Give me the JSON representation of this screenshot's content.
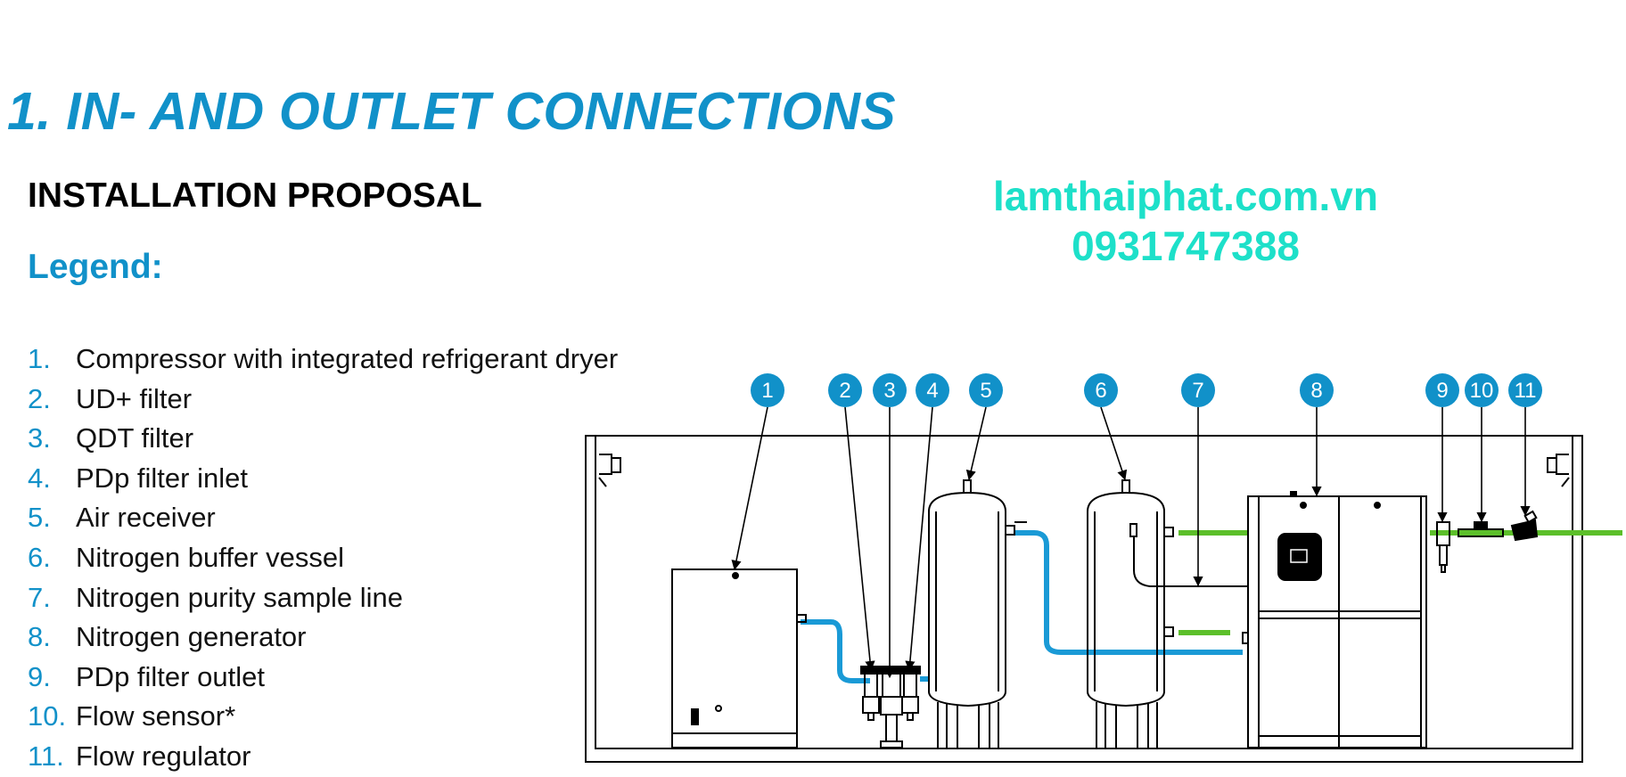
{
  "header": {
    "title": "1. IN- AND OUTLET CONNECTIONS",
    "subtitle": "INSTALLATION PROPOSAL",
    "legend_heading": "Legend:"
  },
  "watermark": {
    "line1": "lamthaiphat.com.vn",
    "line2": "0931747388"
  },
  "legend": {
    "items": [
      {
        "number": "1.",
        "label": "Compressor with integrated refrigerant dryer"
      },
      {
        "number": "2.",
        "label": "UD+ filter"
      },
      {
        "number": "3.",
        "label": "QDT filter"
      },
      {
        "number": "4.",
        "label": "PDp filter inlet"
      },
      {
        "number": "5.",
        "label": "Air receiver"
      },
      {
        "number": "6.",
        "label": "Nitrogen buffer vessel"
      },
      {
        "number": "7.",
        "label": "Nitrogen purity sample line"
      },
      {
        "number": "8.",
        "label": "Nitrogen generator"
      },
      {
        "number": "9.",
        "label": "PDp filter outlet"
      },
      {
        "number": "10.",
        "label": "Flow sensor*"
      },
      {
        "number": "11.",
        "label": "Flow regulator"
      }
    ]
  },
  "diagram": {
    "callouts": [
      "1",
      "2",
      "3",
      "4",
      "5",
      "6",
      "7",
      "8",
      "9",
      "10",
      "11"
    ],
    "colors": {
      "callout": "#1191c9",
      "air_pipe": "#1a9ad6",
      "nitrogen_pipe": "#5cbf2a",
      "outline": "#000000"
    }
  }
}
